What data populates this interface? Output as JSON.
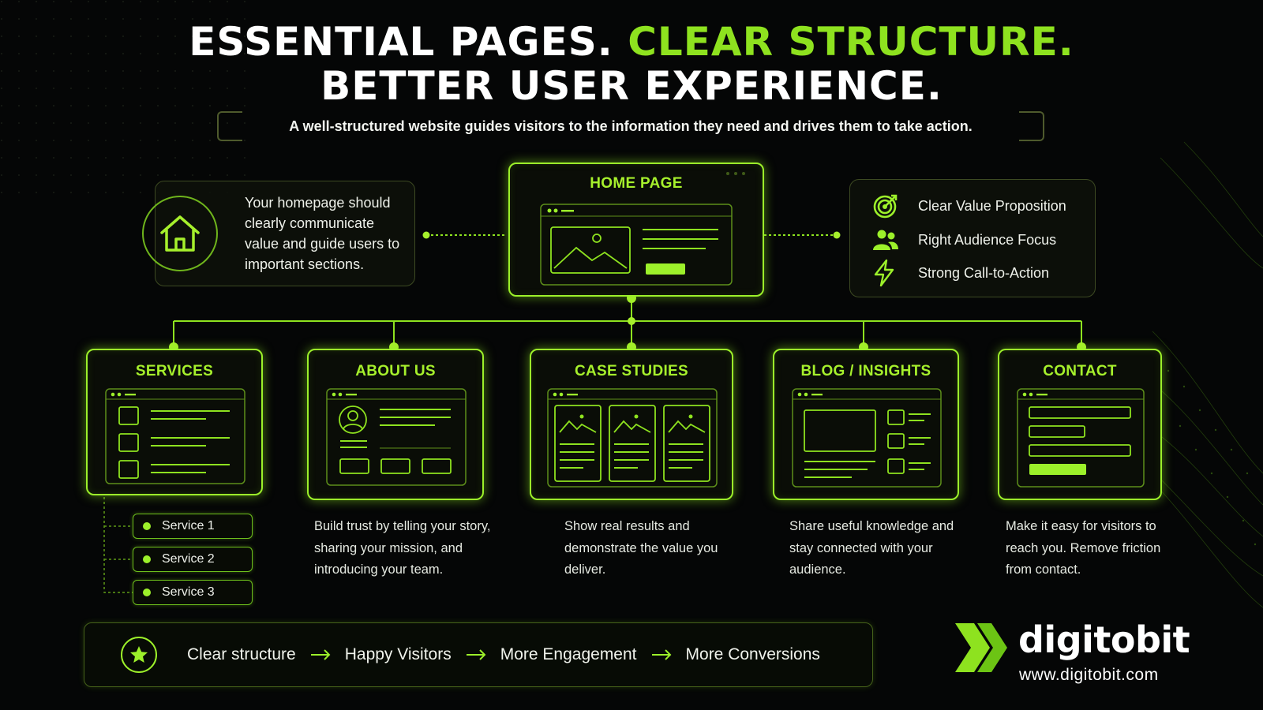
{
  "header": {
    "title_line1_white": "ESSENTIAL PAGES.",
    "title_line1_green": "CLEAR STRUCTURE.",
    "title_line2": "BETTER USER EXPERIENCE.",
    "subtitle": "A well-structured website guides visitors to the information they need and drives them to take action."
  },
  "home": {
    "title": "HOME PAGE",
    "intro": "Your homepage should clearly communicate value and guide users to important sections.",
    "features": [
      {
        "icon": "target-icon",
        "label": "Clear Value Proposition"
      },
      {
        "icon": "users-icon",
        "label": "Right Audience Focus"
      },
      {
        "icon": "lightning-icon",
        "label": "Strong Call-to-Action"
      }
    ]
  },
  "pages": [
    {
      "id": "services",
      "title": "SERVICES",
      "description": ""
    },
    {
      "id": "about",
      "title": "ABOUT US",
      "description": "Build trust by telling your story, sharing your mission, and introducing your team."
    },
    {
      "id": "case",
      "title": "CASE STUDIES",
      "description": "Show real results and demonstrate the value you deliver."
    },
    {
      "id": "blog",
      "title": "BLOG / INSIGHTS",
      "description": "Share useful knowledge and stay connected with your audience."
    },
    {
      "id": "contact",
      "title": "CONTACT",
      "description": "Make it easy for visitors to reach you. Remove friction from contact."
    }
  ],
  "services_list": [
    "Service 1",
    "Service 2",
    "Service 3"
  ],
  "flow": {
    "icon": "star-icon",
    "steps": [
      "Clear structure",
      "Happy Visitors",
      "More Engagement",
      "More Conversions"
    ]
  },
  "brand": {
    "name": "digitobit",
    "url": "www.digitobit.com"
  },
  "colors": {
    "accent": "#8ee21f",
    "background": "#050606",
    "text": "#ffffff"
  }
}
